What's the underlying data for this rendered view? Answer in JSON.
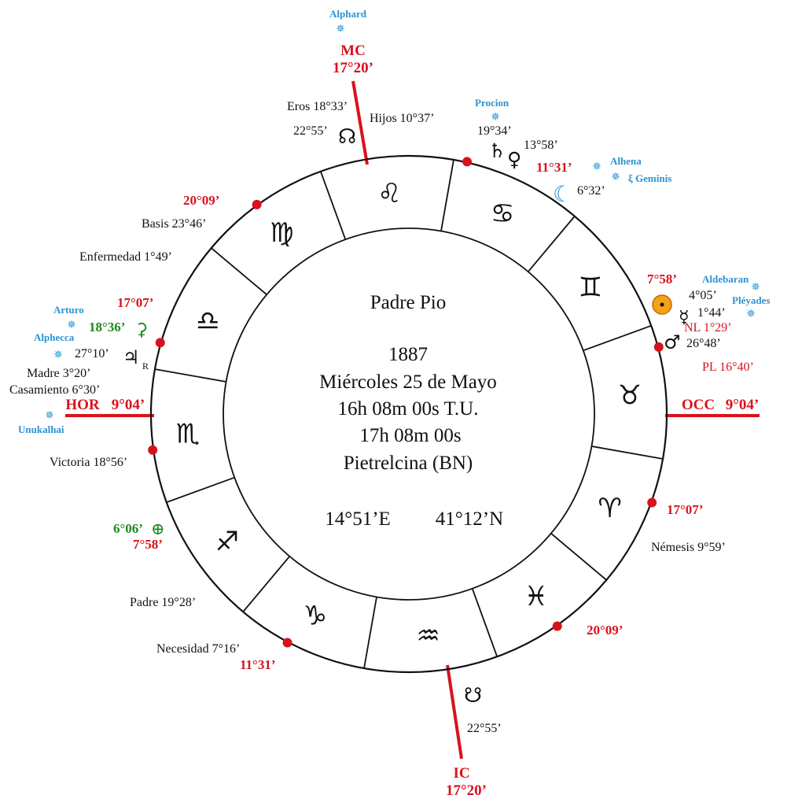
{
  "center": {
    "name": "Padre Pio",
    "year": "1887",
    "date": "Miércoles 25 de Mayo",
    "time_ut": "16h 08m 00s T.U.",
    "time_local": "17h 08m 00s",
    "place": "Pietrelcina (BN)",
    "longitude": "14°51’E",
    "latitude": "41°12’N"
  },
  "angles": {
    "mc_label": "MC",
    "mc_degree": "17°20’",
    "ic_label": "IC",
    "ic_degree": "17°20’",
    "hor_label": "HOR",
    "hor_degree": "9°04’",
    "occ_label": "OCC",
    "occ_degree": "9°04’"
  },
  "zodiac": [
    {
      "sign": "leo",
      "glyph": "♌"
    },
    {
      "sign": "cancer",
      "glyph": "♋"
    },
    {
      "sign": "gemini",
      "glyph": "♊"
    },
    {
      "sign": "taurus",
      "glyph": "♉"
    },
    {
      "sign": "aries",
      "glyph": "♈"
    },
    {
      "sign": "pisces",
      "glyph": "♓"
    },
    {
      "sign": "aquarius",
      "glyph": "♒"
    },
    {
      "sign": "capricorn",
      "glyph": "♑"
    },
    {
      "sign": "sagittarius",
      "glyph": "♐"
    },
    {
      "sign": "scorpio",
      "glyph": "♏"
    },
    {
      "sign": "libra",
      "glyph": "♎"
    },
    {
      "sign": "virgo",
      "glyph": "♍"
    }
  ],
  "cusps": [
    {
      "label": "20°09’"
    },
    {
      "label": "11°31’"
    },
    {
      "label": "7°58’"
    },
    {
      "label": "17°07’"
    },
    {
      "label": "20°09’"
    },
    {
      "label": "11°31’"
    },
    {
      "label": "7°58’"
    },
    {
      "label": "17°07’"
    }
  ],
  "planets": [
    {
      "name": "node-north",
      "glyph": "☊",
      "degree": "22°55’"
    },
    {
      "name": "node-south",
      "glyph": "☋",
      "degree": "22°55’"
    },
    {
      "name": "saturn",
      "glyph": "♄",
      "degree": "19°34’"
    },
    {
      "name": "venus",
      "glyph": "♀",
      "degree": "13°58’"
    },
    {
      "name": "moon",
      "glyph": "☾",
      "degree": "6°32’"
    },
    {
      "name": "sun",
      "glyph": "☉",
      "degree": "4°05’"
    },
    {
      "name": "mercury",
      "glyph": "☿",
      "degree": "1°44’"
    },
    {
      "name": "mars",
      "glyph": "♂",
      "degree": "26°48’"
    },
    {
      "name": "jupiter",
      "glyph": "♃",
      "degree": "27°10’",
      "retro": "R"
    },
    {
      "name": "ceres",
      "glyph": "⚳",
      "degree": "18°36’"
    },
    {
      "name": "earth",
      "glyph": "⊕",
      "degree": "6°06’"
    }
  ],
  "points": {
    "eros": "Eros 18°33’",
    "hijos": "Hijos 10°37’",
    "basis": "Basis 23°46’",
    "enfermedad": "Enfermedad 1°49’",
    "madre": "Madre 3°20’",
    "casamiento": "Casamiento 6°30’",
    "victoria": "Victoria 18°56’",
    "padre": "Padre 19°28’",
    "necesidad": "Necesidad  7°16’",
    "nemesis": "Némesis 9°59’",
    "nl": "NL 1°29’",
    "pl": "PL 16°40’"
  },
  "stars": {
    "alphard": "Alphard",
    "procion": "Procion",
    "alhena": "Alhena",
    "xi_geminis": "ξ Geminis",
    "aldebaran": "Aldebaran",
    "pleyades": "Pléyades",
    "arturo": "Arturo",
    "alphecca": "Alphecca",
    "unukalhai": "Unukalhai"
  },
  "colors": {
    "axis_red": "#d8121c",
    "star_blue": "#2a93d2",
    "green": "#1e8a1e",
    "sun_orange": "#f3a21a"
  }
}
